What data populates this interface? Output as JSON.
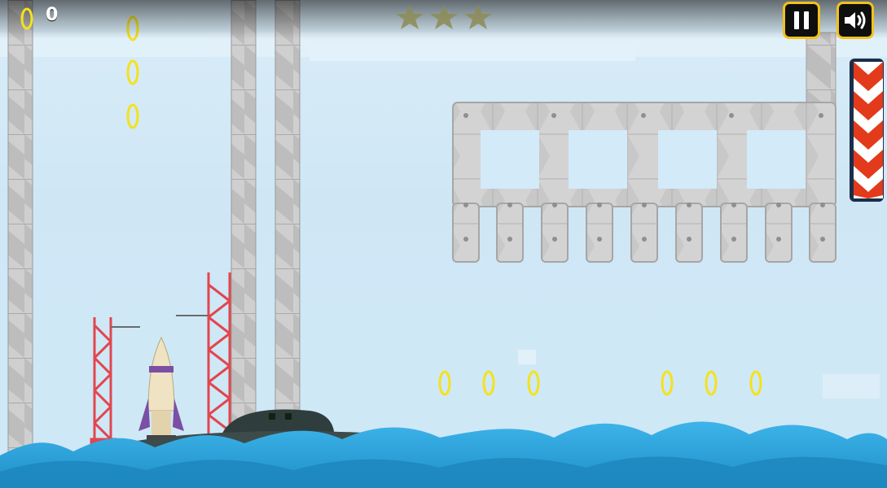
{
  "hud": {
    "coin_count": "0",
    "stars_total": 3,
    "stars_earned": 0,
    "pause_icon": "pause-icon",
    "sound_icon": "speaker-icon"
  },
  "colors": {
    "coin": "#f4e21c",
    "hud_border": "#f2c21a",
    "water": "#2a9fd6",
    "metal": "#c9c9c9",
    "tower": "#e2464e",
    "warning_stripe": "#e23a1b"
  }
}
